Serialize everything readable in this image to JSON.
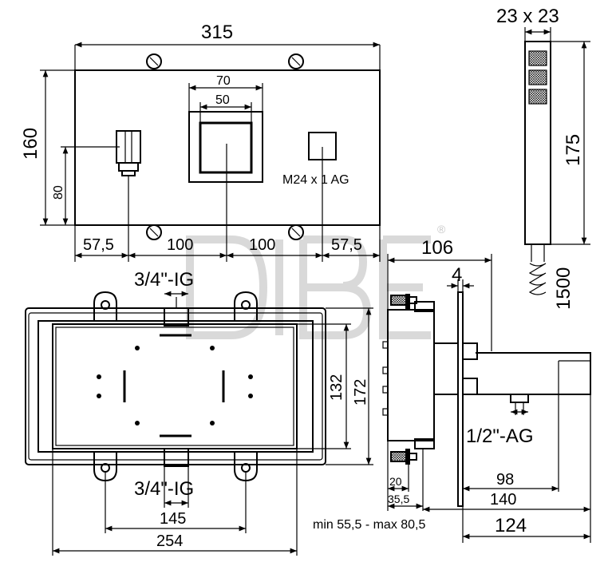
{
  "faceplate": {
    "width": "315",
    "height": "160",
    "height_80": "80",
    "box_70": "70",
    "box_50": "50",
    "thread_label": "M24 x 1 AG",
    "spacing": [
      "57,5",
      "100",
      "100",
      "57,5"
    ]
  },
  "handshower": {
    "section": "23 x 23",
    "length": "175",
    "hose": "1500"
  },
  "box_front": {
    "top_port": "3/4\"-IG",
    "bottom_port": "3/4\"-IG",
    "inner_height": "132",
    "outer_height": "172",
    "hole_spacing": "145",
    "width": "254"
  },
  "side_view": {
    "depth": "106",
    "plate": "4",
    "outlet": "1/2\"-AG",
    "d20": "20",
    "d35": "35,5",
    "d98": "98",
    "d140": "140",
    "d124": "124",
    "range": "min 55,5 - max 80,5"
  },
  "watermark": "®"
}
